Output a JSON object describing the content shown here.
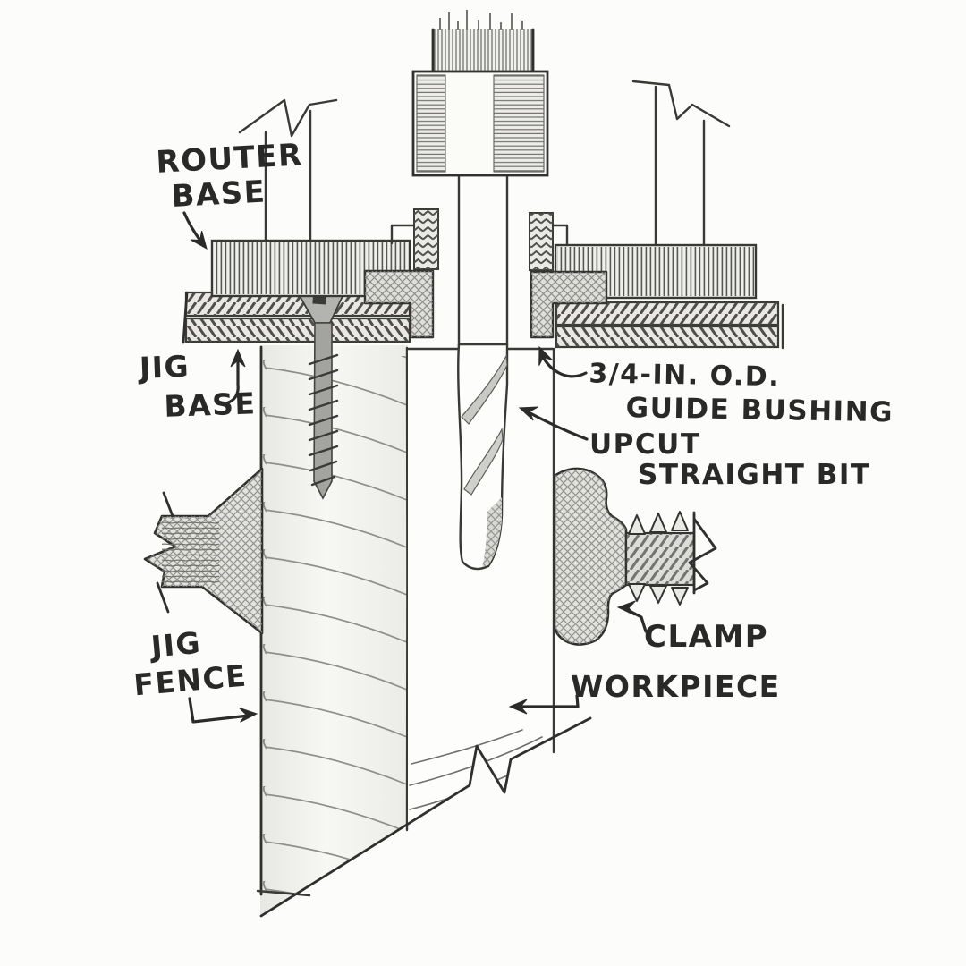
{
  "labels": {
    "router_base": {
      "line1": "ROUTER",
      "line2": "BASE"
    },
    "jig_base": {
      "line1": "JIG",
      "line2": "BASE"
    },
    "guide_bushing": {
      "line1": "3/4-IN. O.D.",
      "line2": "GUIDE BUSHING"
    },
    "upcut_bit": {
      "line1": "UPCUT",
      "line2": "STRAIGHT BIT"
    },
    "jig_fence": {
      "line1": "JIG",
      "line2": "FENCE"
    },
    "clamp": {
      "text": "CLAMP"
    },
    "workpiece": {
      "text": "WORKPIECE"
    }
  },
  "colors": {
    "paper": "#fcfcfa",
    "ink": "#2e2e2c",
    "pencil": "#6b6b67",
    "shade": "#e3e3e0"
  }
}
